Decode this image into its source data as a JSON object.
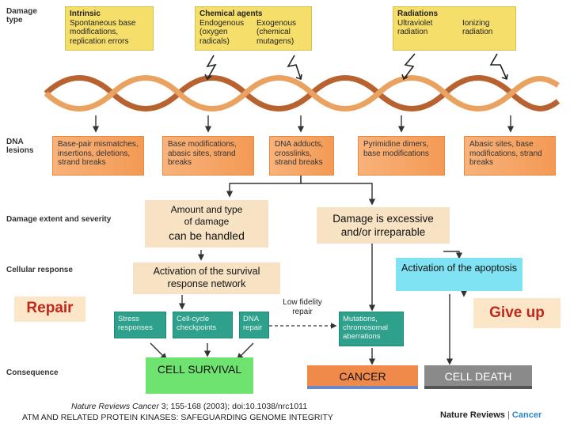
{
  "row_labels": {
    "damage_type": "Damage type",
    "dna_lesions": "DNA lesions",
    "damage_extent": "Damage extent and severity",
    "cellular_response": "Cellular response",
    "consequence": "Consequence"
  },
  "damage_types": {
    "intrinsic": {
      "title": "Intrinsic",
      "text": "Spontaneous base modifications, replication errors"
    },
    "chemical": {
      "title": "Chemical agents",
      "col1": "Endogenous (oxygen radicals)",
      "col2": "Exogenous (chemical mutagens)"
    },
    "radiations": {
      "title": "Radiations",
      "col1": "Ultraviolet radiation",
      "col2": "Ionizing radiation"
    }
  },
  "lesions": [
    "Base-pair mismatches, insertions, deletions, strand breaks",
    "Base modifications, abasic sites, strand breaks",
    "DNA adducts, crosslinks, strand breaks",
    "Pyrimidine dimers, base modifications",
    "Abasic sites, base modifications, strand breaks"
  ],
  "extent": {
    "handled_line1": "Amount and type",
    "handled_line2": "of damage",
    "handled_line3": "can be handled",
    "excessive_line1": "Damage is excessive",
    "excessive_line2": "and/or irreparable"
  },
  "response": {
    "survival": "Activation of the survival response network",
    "apoptosis": "Activation of the apoptosis",
    "stress": "Stress responses",
    "checkpoints": "Cell-cycle checkpoints",
    "dna_repair": "DNA repair",
    "low_fidelity": "Low fidelity repair",
    "mutations": "Mutations, chromosomal aberrations"
  },
  "labels": {
    "repair": "Repair",
    "give_up": "Give up"
  },
  "consequences": {
    "survival": "CELL SURVIVAL",
    "cancer": "CANCER",
    "death": "CELL DEATH"
  },
  "footer": {
    "citation_journal": "Nature Reviews Cancer",
    "citation_rest": " 3; 155-168 (2003); doi:10.1038/nrc1011",
    "title": "ATM AND RELATED PROTEIN KINASES: SAFEGUARDING GENOME INTEGRITY",
    "brand_left": "Nature Reviews",
    "brand_sep": " | ",
    "brand_right": "Cancer"
  },
  "colors": {
    "damage_box": "#f5de6a",
    "lesion_box": "#f39a55",
    "teal_box": "#2fa08c",
    "cyan_box": "#7fe3f4",
    "survival_box": "#6fe36f",
    "cancer_box": "#f08a4b",
    "death_box": "#8a8a8a"
  }
}
